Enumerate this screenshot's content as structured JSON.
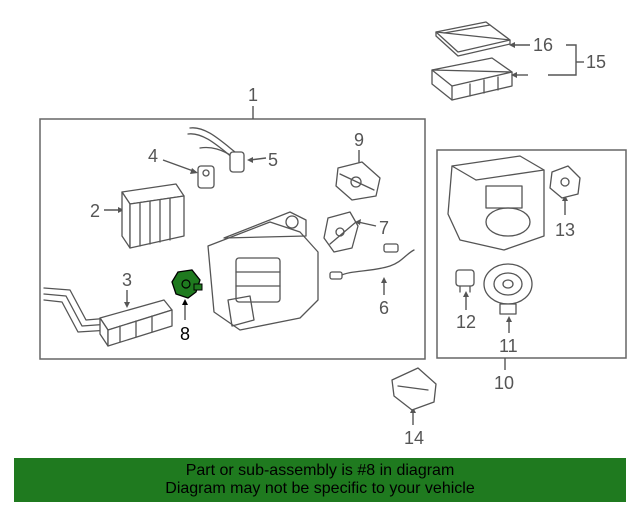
{
  "diagram": {
    "callouts": [
      {
        "id": "1",
        "label": "1"
      },
      {
        "id": "2",
        "label": "2"
      },
      {
        "id": "3",
        "label": "3"
      },
      {
        "id": "4",
        "label": "4"
      },
      {
        "id": "5",
        "label": "5"
      },
      {
        "id": "6",
        "label": "6"
      },
      {
        "id": "7",
        "label": "7"
      },
      {
        "id": "8",
        "label": "8"
      },
      {
        "id": "9",
        "label": "9"
      },
      {
        "id": "10",
        "label": "10"
      },
      {
        "id": "11",
        "label": "11"
      },
      {
        "id": "12",
        "label": "12"
      },
      {
        "id": "13",
        "label": "13"
      },
      {
        "id": "14",
        "label": "14"
      },
      {
        "id": "15",
        "label": "15"
      },
      {
        "id": "16",
        "label": "16"
      }
    ],
    "highlighted_part": "8",
    "highlight_color": "#1f7a1f"
  },
  "banner": {
    "line1": "Part or sub-assembly is #8 in diagram",
    "line2": "Diagram may not be specific to your vehicle",
    "background": "#1f7a1f"
  }
}
